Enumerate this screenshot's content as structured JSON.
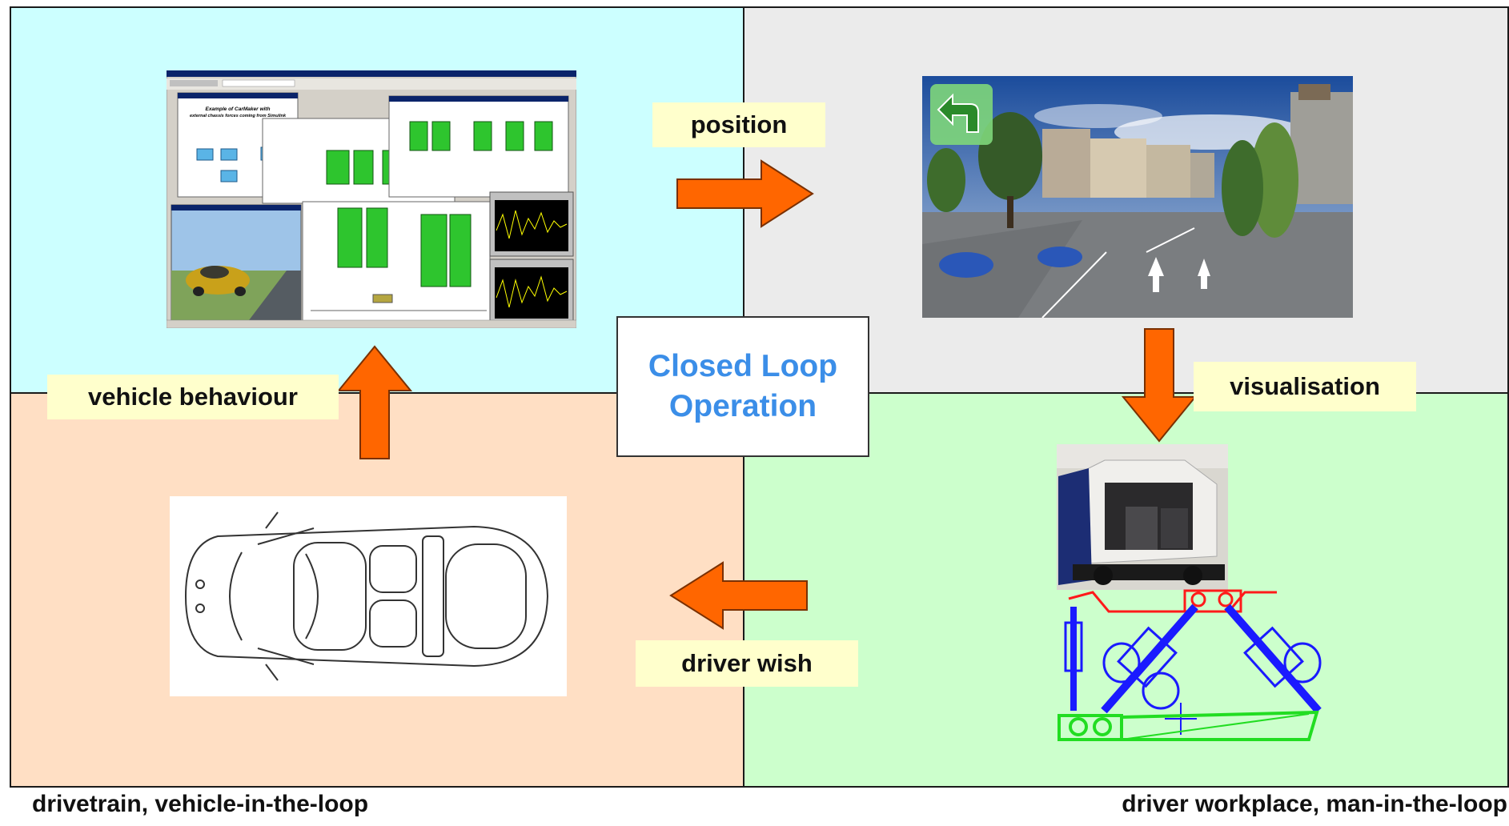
{
  "labels": {
    "position": "position",
    "visualisation": "visualisation",
    "vehicle_behaviour": "vehicle behaviour",
    "driver_wish": "driver wish"
  },
  "center": {
    "line1": "Closed Loop",
    "line2": "Operation"
  },
  "captions": {
    "left": "drivetrain, vehicle-in-the-loop",
    "right": "driver workplace, man-in-the-loop"
  },
  "screenshot_inset": {
    "heading_line1": "Example of CarMaker with",
    "heading_line2": "external chassis forces coming from Simulink"
  },
  "colors": {
    "quad_top_left": "#ccffff",
    "quad_top_right": "#ebebeb",
    "quad_bottom_left": "#ffdfc4",
    "quad_bottom_right": "#ccffcc",
    "arrow_fill": "#ff6600",
    "label_fill": "#ffffcc",
    "center_text": "#3b8ee8"
  }
}
